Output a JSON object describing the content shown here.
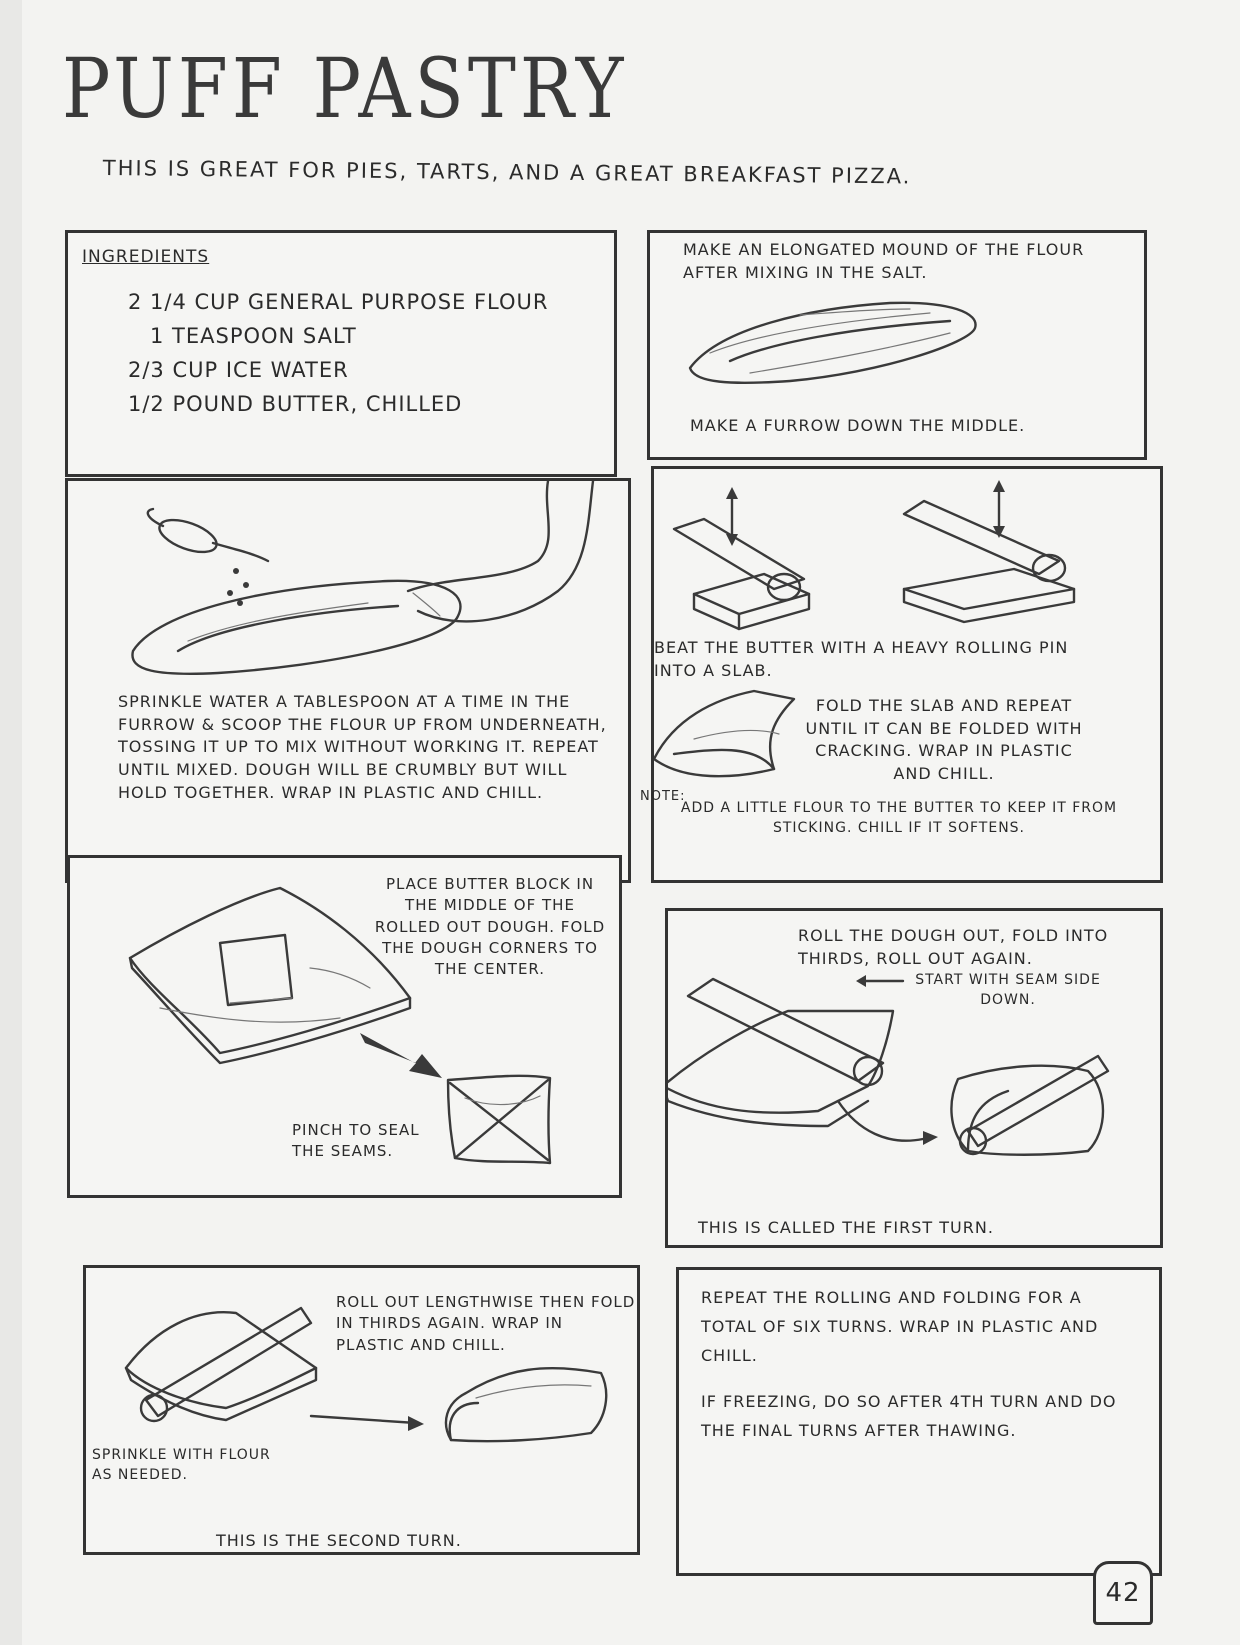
{
  "page": {
    "title": "PUFF PASTRY",
    "subtitle": "THIS IS GREAT FOR PIES, TARTS, AND A GREAT BREAKFAST PIZZA.",
    "page_number": "42"
  },
  "panels": {
    "ingredients": {
      "heading": "INGREDIENTS",
      "items": [
        "2 1/4 CUP GENERAL PURPOSE FLOUR",
        "1 TEASPOON SALT",
        "2/3 CUP ICE WATER",
        "1/2 POUND BUTTER, CHILLED"
      ]
    },
    "mound": {
      "top": "MAKE AN ELONGATED MOUND OF THE FLOUR AFTER MIXING IN THE SALT.",
      "bottom": "MAKE A FURROW DOWN THE MIDDLE."
    },
    "sprinkle": {
      "caption": "SPRINKLE WATER A TABLESPOON AT A TIME IN THE FURROW & SCOOP THE FLOUR UP FROM UNDERNEATH, TOSSING IT UP TO MIX WITHOUT WORKING IT. REPEAT UNTIL MIXED. DOUGH WILL BE CRUMBLY BUT WILL HOLD TOGETHER. WRAP IN PLASTIC AND CHILL."
    },
    "beat": {
      "caption": "BEAT THE BUTTER WITH A HEAVY ROLLING PIN INTO A SLAB.",
      "fold": "FOLD THE SLAB AND REPEAT UNTIL IT CAN BE FOLDED WITH CRACKING. WRAP IN PLASTIC AND CHILL.",
      "note_label": "NOTE:",
      "note": "ADD A LITTLE FLOUR TO THE BUTTER TO KEEP IT FROM STICKING. CHILL IF IT SOFTENS."
    },
    "place": {
      "caption": "PLACE BUTTER BLOCK IN THE MIDDLE OF THE ROLLED OUT DOUGH. FOLD THE DOUGH CORNERS TO THE CENTER.",
      "pinch": "PINCH TO SEAL THE SEAMS."
    },
    "first_turn": {
      "caption": "ROLL THE DOUGH OUT, FOLD INTO THIRDS, ROLL OUT AGAIN.",
      "callout": "START WITH SEAM SIDE DOWN.",
      "bottom": "THIS IS CALLED THE FIRST TURN."
    },
    "second_turn": {
      "caption": "ROLL OUT LENGTHWISE THEN FOLD IN THIRDS AGAIN. WRAP IN PLASTIC AND CHILL.",
      "sprinkle": "SPRINKLE WITH FLOUR AS NEEDED.",
      "bottom": "THIS IS THE SECOND TURN."
    },
    "repeat": {
      "para1": "REPEAT THE ROLLING AND FOLDING FOR A TOTAL OF SIX TURNS. WRAP IN PLASTIC AND CHILL.",
      "para2": "IF FREEZING, DO SO AFTER 4TH TURN AND DO THE FINAL TURNS AFTER THAWING."
    }
  }
}
